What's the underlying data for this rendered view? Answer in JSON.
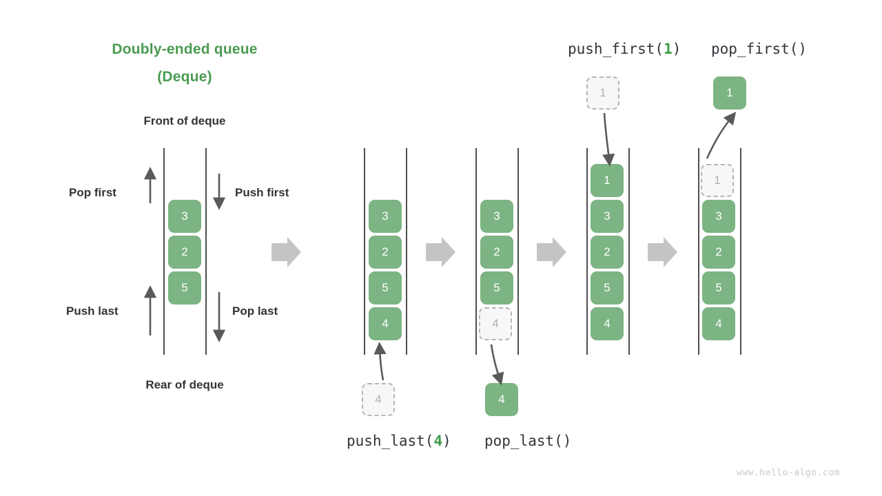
{
  "title": {
    "line1": "Doubly-ended queue",
    "line2": "(Deque)",
    "color": "#4a9b52"
  },
  "labels": {
    "front_of_deque": "Front of deque",
    "rear_of_deque": "Rear of deque",
    "pop_first": "Pop first",
    "push_first": "Push first",
    "push_last": "Push last",
    "pop_last": "Pop last"
  },
  "operations": {
    "push_first": {
      "name": "push_first(",
      "arg": "1",
      "close": ")"
    },
    "pop_first": {
      "name": "pop_first()"
    },
    "push_last": {
      "name": "push_last(",
      "arg": "4",
      "close": ")"
    },
    "pop_last": {
      "name": "pop_last()"
    }
  },
  "colors": {
    "element_green": "#7cb483",
    "title_green": "#4a9b52",
    "arg_green": "#3f9c4a",
    "ghost_fill": "#f7f7f7",
    "ghost_border": "#b5b5b5",
    "ghost_text": "#b0b0b0",
    "rail": "#4d4d4d",
    "arrow_gray": "#5a5a5a",
    "step_arrow_gray": "#c4c4c4",
    "label_text": "#333333",
    "watermark": "#c9c9c9"
  },
  "panels": [
    {
      "id": "concept",
      "caption": "",
      "elements": [
        "3",
        "2",
        "5"
      ]
    },
    {
      "id": "push-last-before",
      "caption": "push_last(4)",
      "elements": [
        "3",
        "2",
        "5",
        "4"
      ],
      "incoming": "4"
    },
    {
      "id": "pop-last",
      "caption": "pop_last()",
      "elements": [
        "3",
        "2",
        "5"
      ],
      "removed": "4",
      "outgoing": "4"
    },
    {
      "id": "push-first",
      "caption": "push_first(1)",
      "elements": [
        "1",
        "3",
        "2",
        "5",
        "4"
      ],
      "incoming": "1"
    },
    {
      "id": "pop-first",
      "caption": "pop_first()",
      "elements": [
        "3",
        "2",
        "5",
        "4"
      ],
      "removed": "1",
      "outgoing": "1"
    }
  ],
  "watermark": "www.hello-algo.com"
}
